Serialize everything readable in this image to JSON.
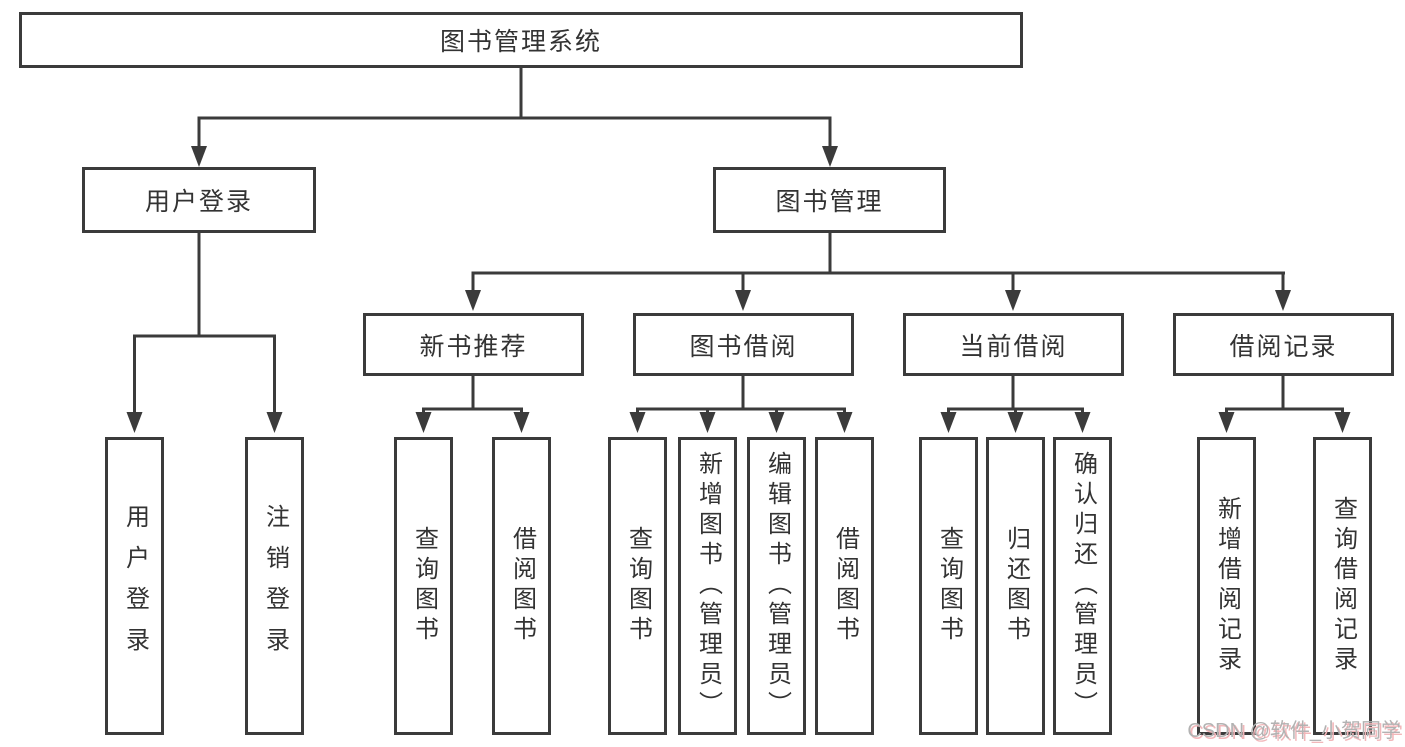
{
  "tree": {
    "root": "图书管理系统",
    "branches": [
      {
        "label": "用户登录",
        "children": [
          "用户登录",
          "注销登录"
        ]
      },
      {
        "label": "图书管理",
        "sections": [
          {
            "label": "新书推荐",
            "children": [
              "查询图书",
              "借阅图书"
            ]
          },
          {
            "label": "图书借阅",
            "children": [
              "查询图书",
              "新增图书（管理员）",
              "编辑图书（管理员）",
              "借阅图书"
            ]
          },
          {
            "label": "当前借阅",
            "children": [
              "查询图书",
              "归还图书",
              "确认归还（管理员）"
            ]
          },
          {
            "label": "借阅记录",
            "children": [
              "新增借阅记录",
              "查询借阅记录"
            ]
          }
        ]
      }
    ]
  },
  "watermark": "CSDN @软件_小贺同学",
  "colors": {
    "line": "#3b3b3b",
    "text": "#333333",
    "watermark_gray": "#b2b2b2",
    "watermark_pink": "#f2b7ba",
    "background": "#ffffff"
  }
}
